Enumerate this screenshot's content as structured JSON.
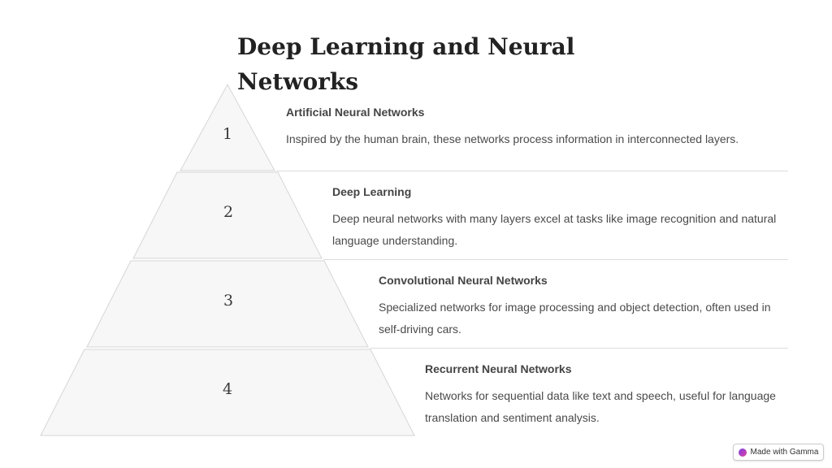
{
  "title": "Deep Learning and Neural Networks",
  "tiers": [
    {
      "number": "1",
      "heading": "Artificial Neural Networks",
      "description": "Inspired by the human brain, these networks process information in interconnected layers."
    },
    {
      "number": "2",
      "heading": "Deep Learning",
      "description": "Deep neural networks with many layers excel at tasks like image recognition and natural language understanding."
    },
    {
      "number": "3",
      "heading": "Convolutional Neural Networks",
      "description": "Specialized networks for image processing and object detection, often used in self-driving cars."
    },
    {
      "number": "4",
      "heading": "Recurrent Neural Networks",
      "description": "Networks for sequential data like text and speech, useful for language translation and sentiment analysis."
    }
  ],
  "badge": {
    "label": "Made with Gamma",
    "icon": "gamma-logo-icon"
  },
  "colors": {
    "tier_fill": "#f7f7f7",
    "tier_stroke": "#d6d6d6",
    "title": "#222222"
  }
}
